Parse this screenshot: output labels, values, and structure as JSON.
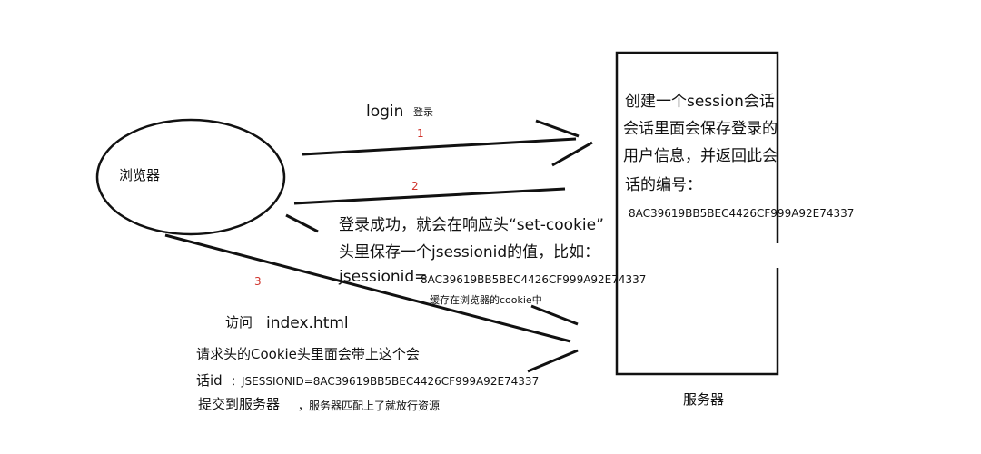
{
  "colors": {
    "ink": "#111111",
    "step_number": "#d0342c"
  },
  "nodes": {
    "browser": "浏览器",
    "server": "服务器"
  },
  "steps": {
    "login": "login",
    "login_cn": "登录",
    "n1": "1",
    "n2": "2",
    "n3": "3"
  },
  "server_note": {
    "line1": "创建一个session会话",
    "line2": "会话里面会保存登录的",
    "line3": "用户信息，并返回此会",
    "line4": "话的编号：",
    "session_id": "8AC39619BB5BEC4426CF999A92E74337"
  },
  "response_note": {
    "line1": "登录成功，就会在响应头“set-cookie”",
    "line2": "头里保存一个jsessionid的值，比如：",
    "line3_key": "jsessionid=",
    "line3_value": "8AC39619BB5BEC4426CF999A92E74337",
    "cache": "缓存在浏览器的cookie中"
  },
  "request_note": {
    "visit": "访问",
    "page": "index.html",
    "line1": "请求头的Cookie头里面会带上这个会",
    "line2_key": "话id",
    "line2_value": "：JSESSIONID=8AC39619BB5BEC4426CF999A92E74337",
    "line3_a": "提交到服务器",
    "line3_b": "，服务器匹配上了就放行资源"
  }
}
